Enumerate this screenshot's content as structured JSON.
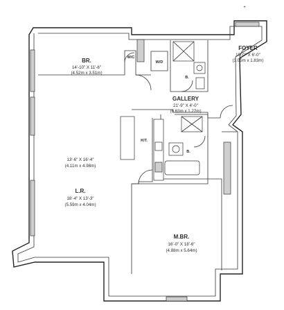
{
  "mark": "+",
  "rooms": {
    "bedroom": {
      "name": "BR.",
      "dim_ft": "14'-10\" X 11'-6\"",
      "dim_m": "(4.52m x 3.51m)"
    },
    "foyer": {
      "name": "FOYER",
      "dim_ft": "10'-0\" X 6'-0\"",
      "dim_m": "(3.05m x 1.83m)"
    },
    "gallery": {
      "name": "GALLERY",
      "dim_ft": "21'-9\" X 4'-0\"",
      "dim_m": "(6.63m x 1.22m)"
    },
    "dining": {
      "dim_ft": "13'-6\" X 16'-4\"",
      "dim_m": "(4.11m x 4.98m)"
    },
    "living": {
      "name": "L.R.",
      "dim_ft": "18'-4\" X 13'-3\"",
      "dim_m": "(5.59m x 4.04m)"
    },
    "master": {
      "name": "M.BR.",
      "dim_ft": "16'-0\" X 18'-6\"",
      "dim_m": "(4.88m x 5.64m)"
    }
  },
  "labels": {
    "wic": "W/C",
    "wd": "W/D",
    "bath1": "B.",
    "bath2": "B.",
    "kitchen": "KIT."
  }
}
